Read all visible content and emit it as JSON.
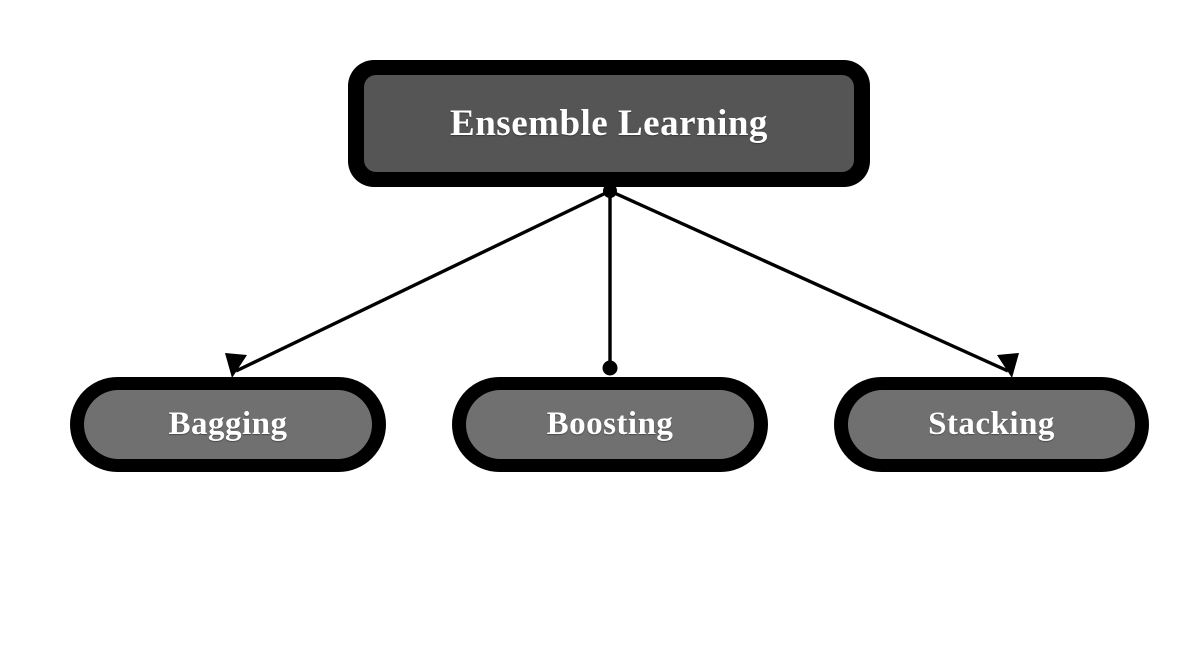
{
  "diagram": {
    "title": "Ensemble Learning",
    "type": "hierarchy-tree",
    "background_color": "#ffffff",
    "root": {
      "id": "root",
      "label": "Ensemble Learning",
      "shape": "rounded-rectangle",
      "fill_color": "#555555",
      "border_color": "#000000",
      "text_color": "#ffffff"
    },
    "children": [
      {
        "id": "bagging",
        "label": "Bagging",
        "shape": "pill",
        "fill_color": "#707070",
        "border_color": "#000000",
        "text_color": "#ffffff"
      },
      {
        "id": "boosting",
        "label": "Boosting",
        "shape": "pill",
        "fill_color": "#707070",
        "border_color": "#000000",
        "text_color": "#ffffff"
      },
      {
        "id": "stacking",
        "label": "Stacking",
        "shape": "pill",
        "fill_color": "#707070",
        "border_color": "#000000",
        "text_color": "#ffffff"
      }
    ],
    "edges": [
      {
        "id": "edge-root-bagging",
        "from": "root",
        "to": "bagging",
        "terminator": "arrowhead",
        "color": "#000000"
      },
      {
        "id": "edge-root-boosting",
        "from": "root",
        "to": "boosting",
        "terminator": "dot",
        "color": "#000000"
      },
      {
        "id": "edge-root-stacking",
        "from": "root",
        "to": "stacking",
        "terminator": "arrowhead",
        "color": "#000000"
      }
    ]
  }
}
